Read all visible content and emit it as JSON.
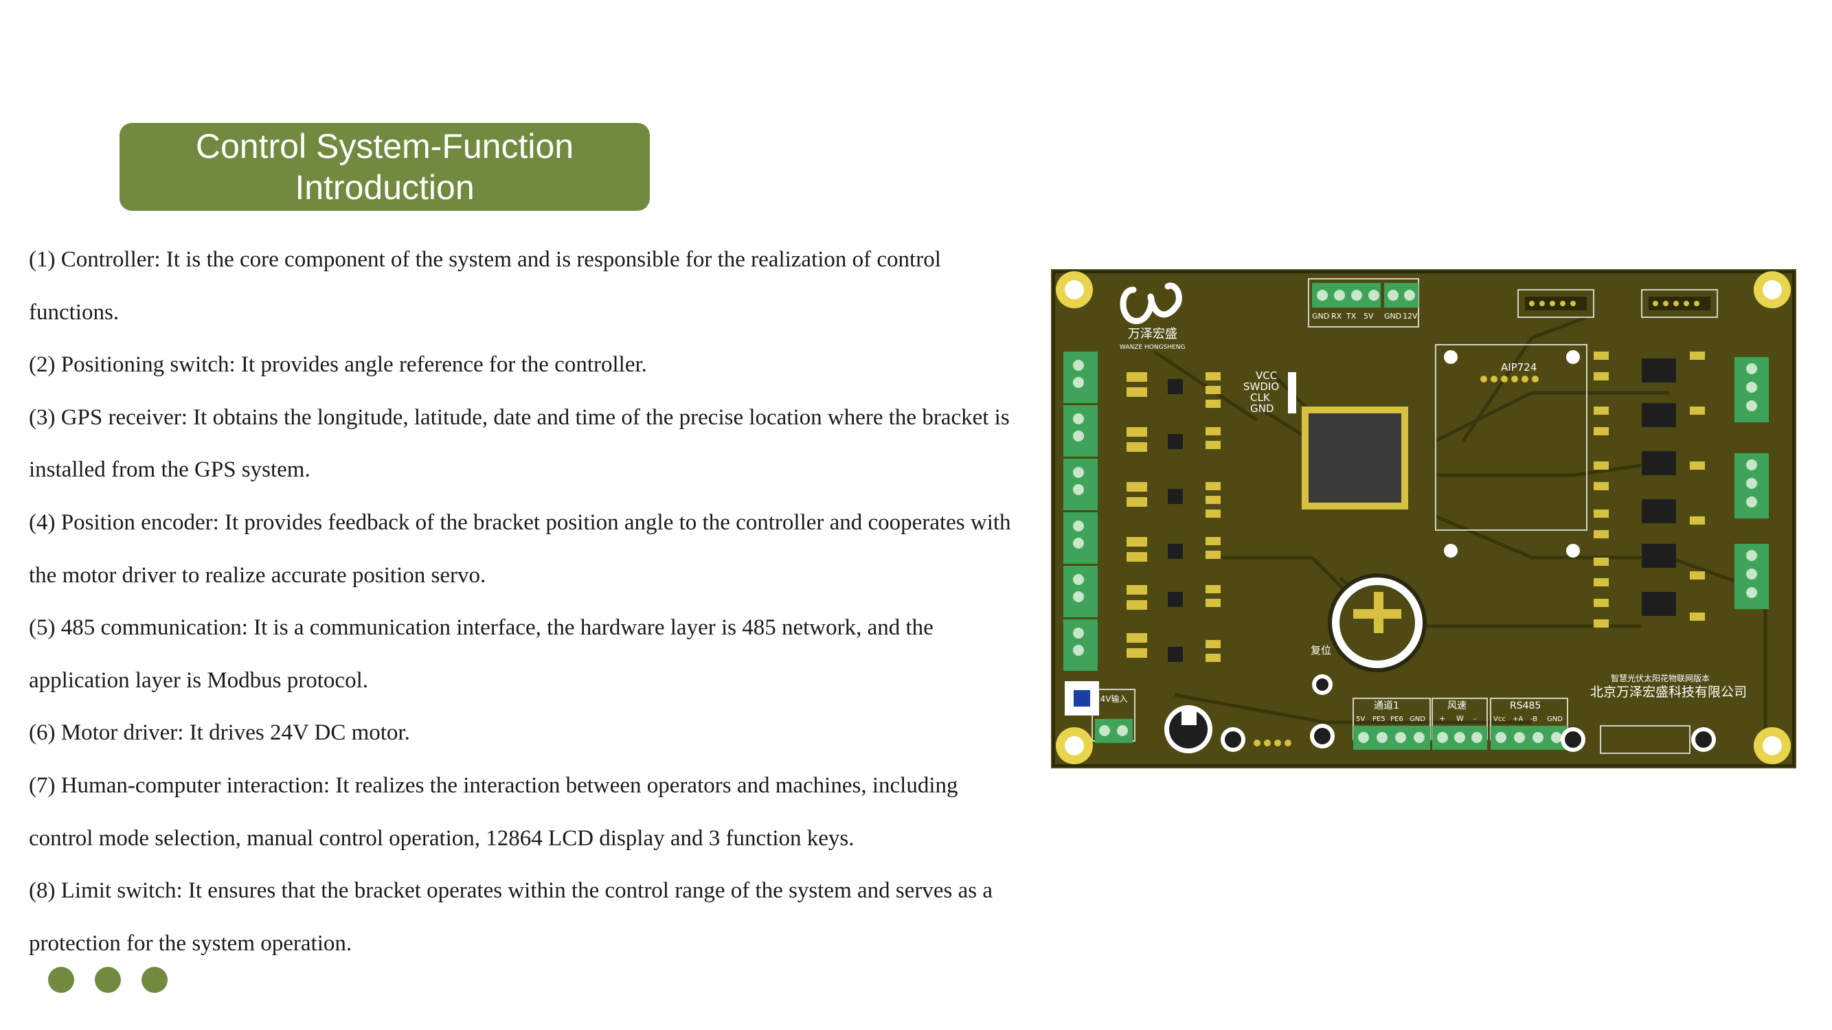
{
  "title": {
    "line1": "Control System-Function",
    "line2": "Introduction"
  },
  "paragraphs": [
    "(1) Controller: It is the core component of the system and is responsible for the realization of control",
    "functions.",
    "(2) Positioning switch: It provides angle reference for the controller.",
    "(3) GPS receiver: It obtains the longitude, latitude, date and time of the precise location where the bracket is",
    "installed from the GPS system.",
    "(4) Position encoder: It provides feedback of the bracket position angle to the controller and cooperates with",
    "the motor driver to realize accurate position servo.",
    "(5) 485 communication: It is a communication interface, the hardware layer is 485 network, and the",
    "application layer is Modbus protocol.",
    "(6) Motor driver: It drives 24V DC motor.",
    "(7) Human-computer interaction: It realizes the interaction between operators and machines, including",
    "control mode selection, manual control operation, 12864 LCD display and 3 function keys.",
    "(8) Limit switch: It ensures that the bracket operates within the control range of the system and serves as a",
    "protection for the system operation."
  ],
  "pcb": {
    "brand_cn": "万泽宏盛",
    "brand_en": "WANZE HONGSHENG",
    "chip_label": "AIP724",
    "company_cn": "北京万泽宏盛科技有限公司",
    "product_cn": "智慧光伏太阳花物联网版本",
    "swd_labels": [
      "VCC",
      "SWDIO",
      "CLK",
      "GND"
    ],
    "port_top": [
      "GND",
      "RX",
      "TX",
      "5V",
      "GND",
      "12V"
    ],
    "port_24v": "24V输入",
    "channel1": "通道1",
    "channel1_pins": [
      "5V",
      "PE5",
      "PE6",
      "GND"
    ],
    "wind": "风速",
    "wind_pins": [
      "+",
      "W",
      "-"
    ],
    "rs485": "RS485",
    "rs485_pins": [
      "Vcc",
      "+A",
      "-B",
      "GND"
    ],
    "reset": "复位",
    "board_colors": {
      "board": "#4f4a14",
      "silk": "#ffffff",
      "pad": "#d8c040",
      "terminal": "#3fa45a"
    }
  },
  "colors": {
    "accent": "#718a3f",
    "text": "#1a1a1a"
  }
}
